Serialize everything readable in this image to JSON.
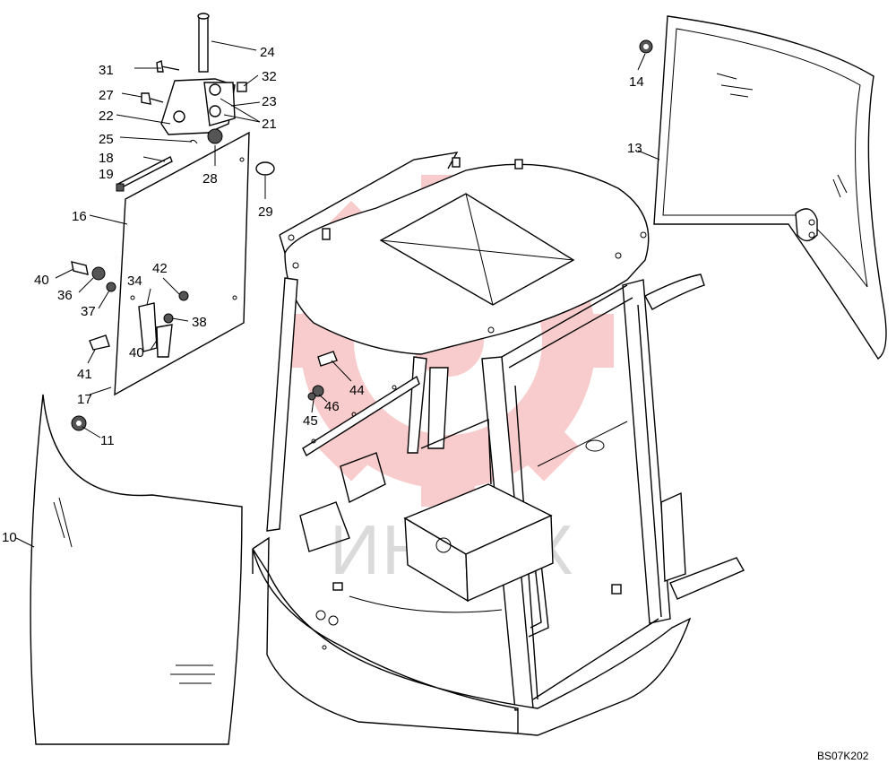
{
  "drawing_code": "BS07K202",
  "watermark": {
    "text": "ИНТЕХ",
    "gear_color": "#f4a4a4"
  },
  "callouts": [
    {
      "id": "c24",
      "text": "24"
    },
    {
      "id": "c31",
      "text": "31"
    },
    {
      "id": "c32",
      "text": "32"
    },
    {
      "id": "c27",
      "text": "27"
    },
    {
      "id": "c23",
      "text": "23"
    },
    {
      "id": "c22",
      "text": "22"
    },
    {
      "id": "c21",
      "text": "21"
    },
    {
      "id": "c25",
      "text": "25"
    },
    {
      "id": "c18",
      "text": "18"
    },
    {
      "id": "c19",
      "text": "19"
    },
    {
      "id": "c28",
      "text": "28"
    },
    {
      "id": "c29",
      "text": "29"
    },
    {
      "id": "c16",
      "text": "16"
    },
    {
      "id": "c40a",
      "text": "40"
    },
    {
      "id": "c36",
      "text": "36"
    },
    {
      "id": "c34",
      "text": "34"
    },
    {
      "id": "c42",
      "text": "42"
    },
    {
      "id": "c37",
      "text": "37"
    },
    {
      "id": "c38",
      "text": "38"
    },
    {
      "id": "c40b",
      "text": "40"
    },
    {
      "id": "c41",
      "text": "41"
    },
    {
      "id": "c17",
      "text": "17"
    },
    {
      "id": "c11",
      "text": "11"
    },
    {
      "id": "c10",
      "text": "10"
    },
    {
      "id": "c44",
      "text": "44"
    },
    {
      "id": "c46",
      "text": "46"
    },
    {
      "id": "c45",
      "text": "45"
    },
    {
      "id": "c14",
      "text": "14"
    },
    {
      "id": "c13",
      "text": "13"
    }
  ]
}
